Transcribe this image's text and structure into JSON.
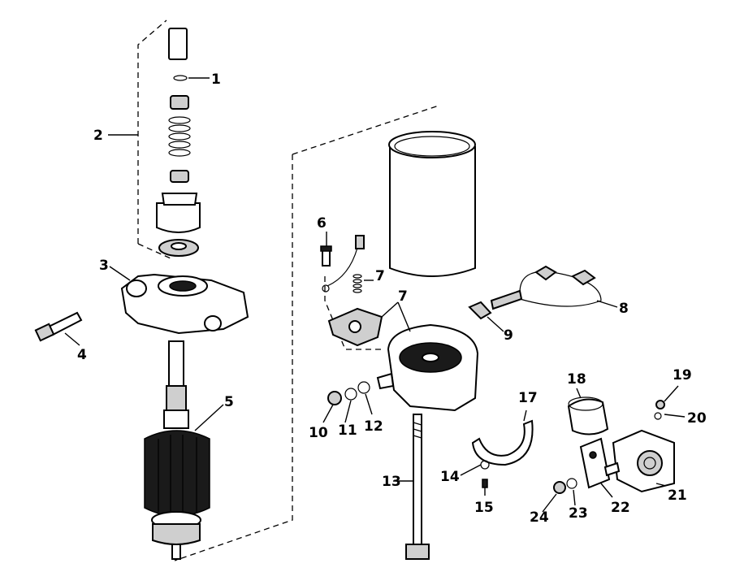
{
  "callouts": [
    "1",
    "2",
    "3",
    "4",
    "5",
    "6",
    "7",
    "7",
    "8",
    "9",
    "10",
    "11",
    "12",
    "13",
    "14",
    "15",
    "17",
    "18",
    "19",
    "20",
    "21",
    "22",
    "23",
    "24"
  ]
}
